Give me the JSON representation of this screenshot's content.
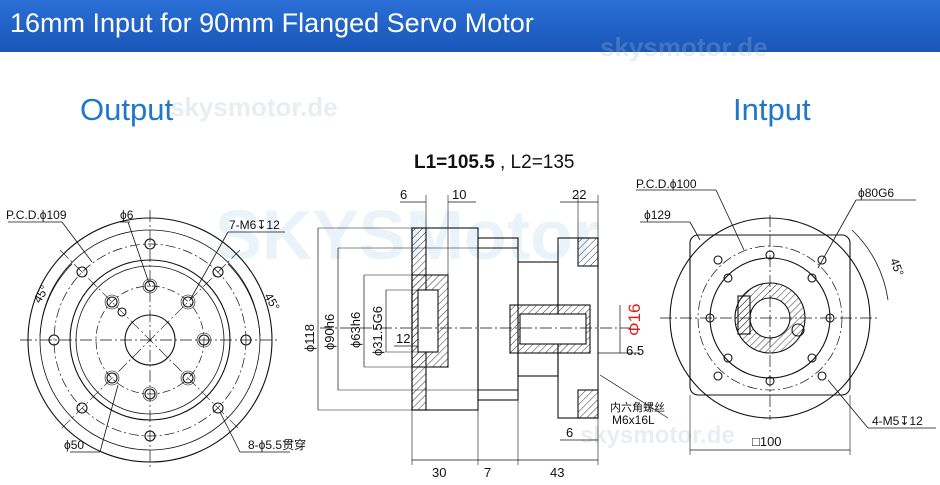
{
  "header": {
    "title": "16mm Input for 90mm Flanged Servo Motor"
  },
  "watermark": "skysmotor.de",
  "watermark_large": "SKYSMotor",
  "labels": {
    "output": "Output",
    "input": "Intput"
  },
  "colors": {
    "banner": "#1f62c7",
    "label": "#1f77c9",
    "highlight": "#e02020"
  },
  "lengths": {
    "l1": "L1=105.5",
    "l2": ", L2=135"
  },
  "output_view": {
    "pcd": "P.C.D.ϕ109",
    "phi6": "ϕ6",
    "thread": "7-M6↧12",
    "angle_left": "45°",
    "angle_right": "45°",
    "phi50": "ϕ50",
    "holes": "8-ϕ5.5贯穿"
  },
  "side_view": {
    "dim_6_top": "6",
    "dim_10": "10",
    "dim_22": "22",
    "dia_118": "ϕ118",
    "dia_90": "ϕ90h6",
    "dia_63": "ϕ63h6",
    "dia_31": "ϕ31.5G6",
    "dim_12": "12",
    "dia_16": "Φ16",
    "dim_6_5": "6.5",
    "dim_6_bottom": "6",
    "dim_30": "30",
    "dim_7": "7",
    "dim_43": "43",
    "note_line1": "内六角螺丝",
    "note_line2": "M6x16L"
  },
  "input_view": {
    "pcd": "P.C.D.ϕ100",
    "phi80": "ϕ80G6",
    "phi129": "ϕ129",
    "angle": "45°",
    "thread": "4-M5↧12",
    "square": "□100"
  }
}
